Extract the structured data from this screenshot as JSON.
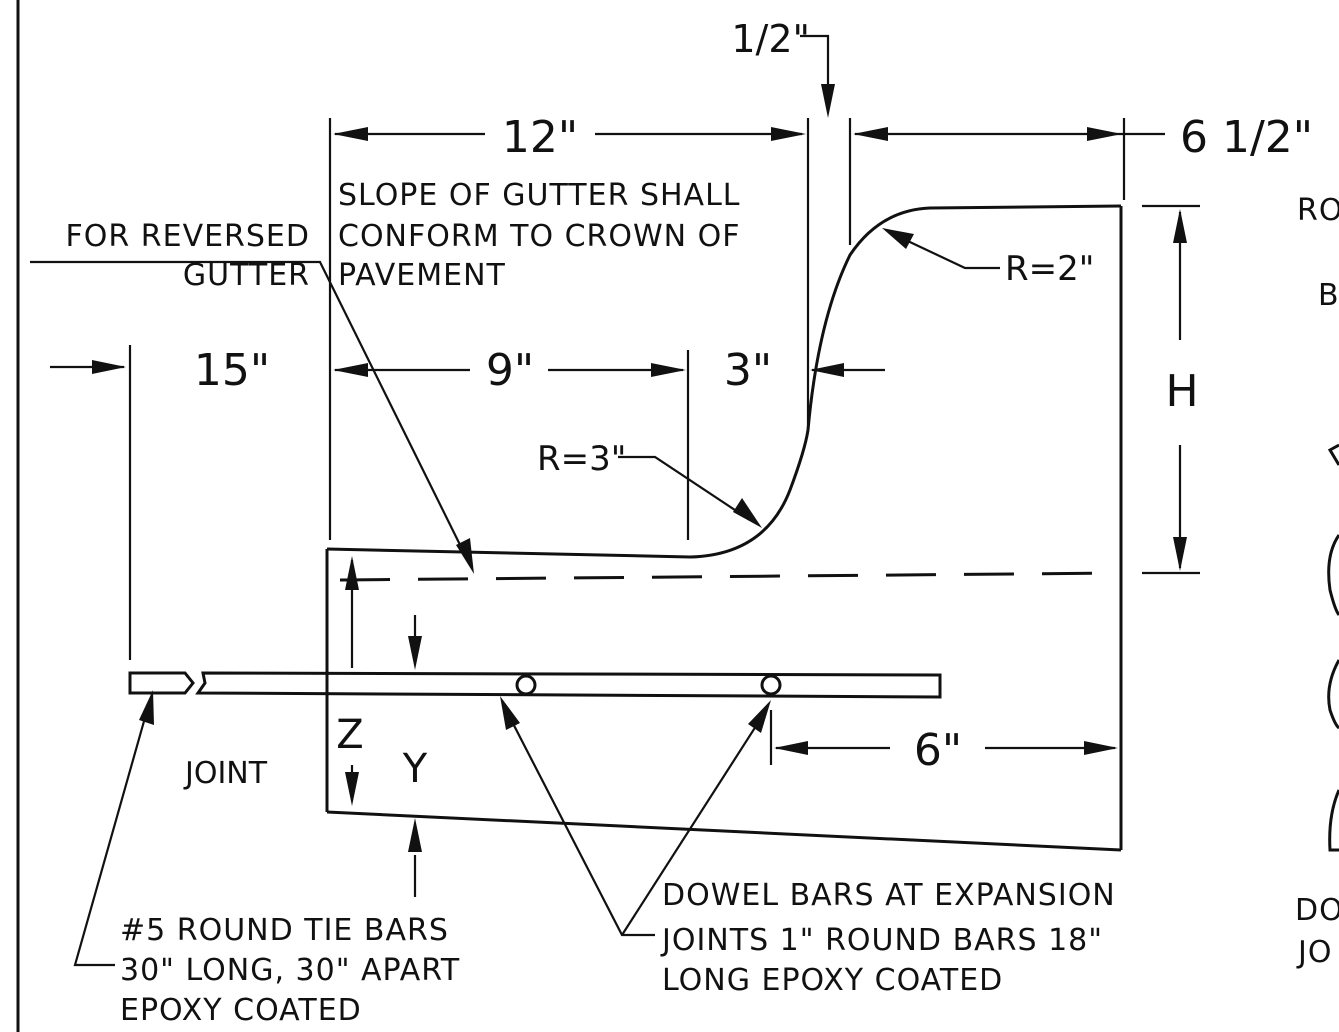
{
  "dimensions": {
    "top_gap": "1/2\"",
    "width_12": "12\"",
    "width_6_5": "6 1/2\"",
    "width_15": "15\"",
    "width_9": "9\"",
    "width_3": "3\"",
    "width_6": "6\"",
    "height_h": "H",
    "radius_top": "R=2\"",
    "radius_bottom": "R=3\"",
    "label_z": "Z",
    "label_y": "Y"
  },
  "notes": {
    "slope": [
      "SLOPE OF GUTTER SHALL",
      "CONFORM TO CROWN OF",
      "PAVEMENT"
    ],
    "reversed": [
      "FOR REVERSED",
      "GUTTER"
    ],
    "joint": "JOINT",
    "tie_bars": [
      "#5 ROUND TIE BARS",
      "30\" LONG, 30\" APART",
      "EPOXY COATED"
    ],
    "dowel_bars": [
      "DOWEL BARS AT EXPANSION",
      "JOINTS 1\" ROUND BARS 18\"",
      "LONG EPOXY COATED"
    ],
    "right_partial": [
      "RO",
      "B",
      "DO",
      "JO"
    ]
  }
}
